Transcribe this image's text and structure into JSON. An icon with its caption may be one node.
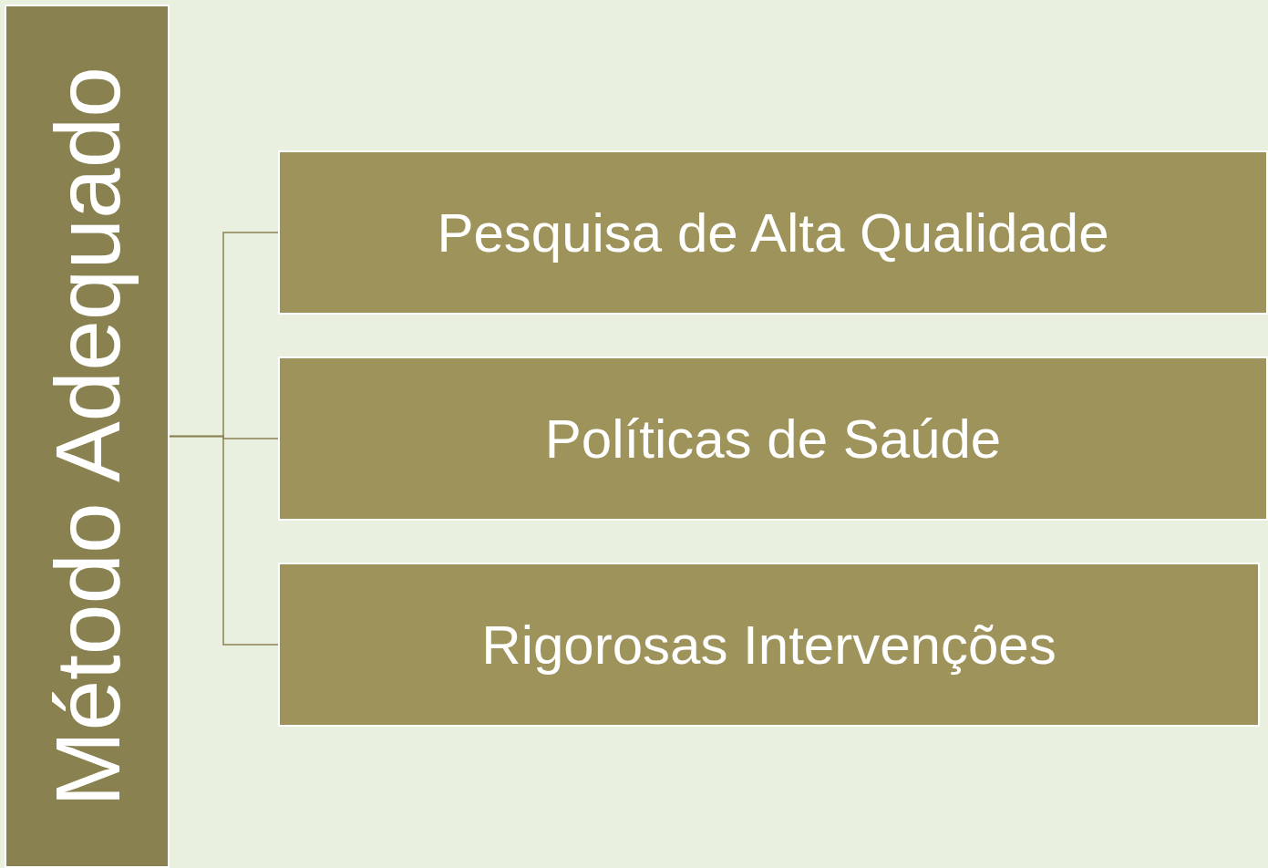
{
  "diagram": {
    "nodes": [
      {
        "text": [
          "Método Adequado"
        ]
      },
      {
        "text": [
          "Pesquisa de Alta Qualidade"
        ]
      },
      {
        "text": [
          "Políticas de Saúde"
        ]
      },
      {
        "text": [
          "Rigorosas Intervenções"
        ]
      }
    ],
    "edges": [
      {
        "from": 0,
        "to": 1,
        "arrow": "none"
      },
      {
        "from": 0,
        "to": 2,
        "arrow": "none"
      },
      {
        "from": 0,
        "to": 3,
        "arrow": "none"
      }
    ]
  }
}
